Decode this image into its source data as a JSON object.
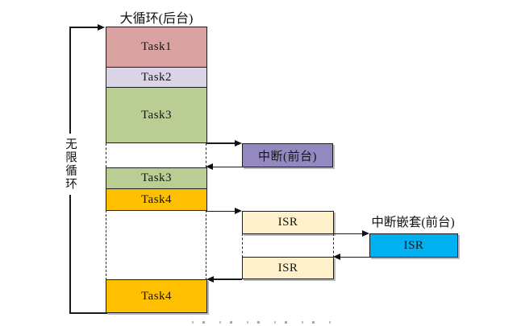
{
  "diagram": {
    "title": "大循环(后台)",
    "loop_label": "无限循环",
    "column": {
      "segments": [
        {
          "label": "Task1",
          "color": "#d9a3a1"
        },
        {
          "label": "Task2",
          "color": "#dad4e6"
        },
        {
          "label": "Task3",
          "color": "#bacd92"
        },
        {
          "label": "Task3",
          "color": "#bacd92"
        },
        {
          "label": "Task4",
          "color": "#fec000"
        },
        {
          "label": "Task4",
          "color": "#fec000"
        }
      ]
    },
    "foreground": {
      "interrupt_box": {
        "label": "中断(前台)",
        "color": "#9488c0"
      },
      "isr_top": {
        "label": "ISR",
        "color": "#fdf0ca"
      },
      "isr_bottom": {
        "label": "ISR",
        "color": "#fdf0ca"
      },
      "nested_label": "中断嵌套(前台)",
      "nested_isr": {
        "label": "ISR",
        "color": "#00b0f0"
      }
    },
    "colors": {
      "line": "#1a1a1a",
      "border": "#1c1c1c"
    }
  }
}
